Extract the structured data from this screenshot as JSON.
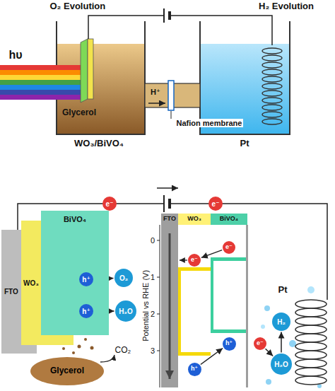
{
  "diagram": {
    "nodes": [
      {
        "text": [
          "e⁻"
        ]
      },
      {
        "text": [
          "e⁻"
        ]
      },
      {
        "text": [
          "FTO"
        ]
      },
      {
        "text": [
          "WO₃"
        ]
      },
      {
        "text": [
          "BiVO₄"
        ]
      },
      {
        "text": [
          "h⁺"
        ],
        "in": 4
      },
      {
        "text": [
          "O₂"
        ]
      },
      {
        "text": [
          "h⁺"
        ],
        "in": 4
      },
      {
        "text": [
          "H₂O"
        ]
      },
      {
        "text": [
          "Glycerol"
        ]
      },
      {
        "text": [
          "FTO"
        ]
      },
      {
        "text": [
          "WO₃"
        ]
      },
      {
        "text": [
          "BiVO₄"
        ]
      },
      {
        "text": [
          "e⁻"
        ]
      },
      {
        "text": [
          "e⁻"
        ]
      },
      {
        "text": [
          "h⁺"
        ]
      },
      {
        "text": [
          "h⁺"
        ]
      },
      {
        "text": [
          "H₂"
        ]
      },
      {
        "text": [
          "e⁻"
        ]
      },
      {
        "text": [
          "H₂O"
        ]
      }
    ],
    "edges": [
      {
        "from": 5,
        "to": 6,
        "arrow": "to"
      },
      {
        "from": 7,
        "to": 8,
        "arrow": "to"
      },
      {
        "from": 14,
        "to": 13,
        "arrow": "to"
      },
      {
        "from": 16,
        "to": 15,
        "arrow": "to"
      },
      {
        "from": 18,
        "to": 19,
        "arrow": "to"
      },
      {
        "from": 19,
        "to": 17,
        "arrow": "to"
      }
    ],
    "labels": [
      "O₂ Evolution",
      "H₂ Evolution",
      "hυ",
      "Glycerol",
      "H⁺",
      "Nafion membrane",
      "WO₃/BiVO₄",
      "Pt",
      "CO₂",
      "Potential vs RHE (V)",
      "0",
      "1",
      "2",
      "3",
      "Pt"
    ]
  }
}
